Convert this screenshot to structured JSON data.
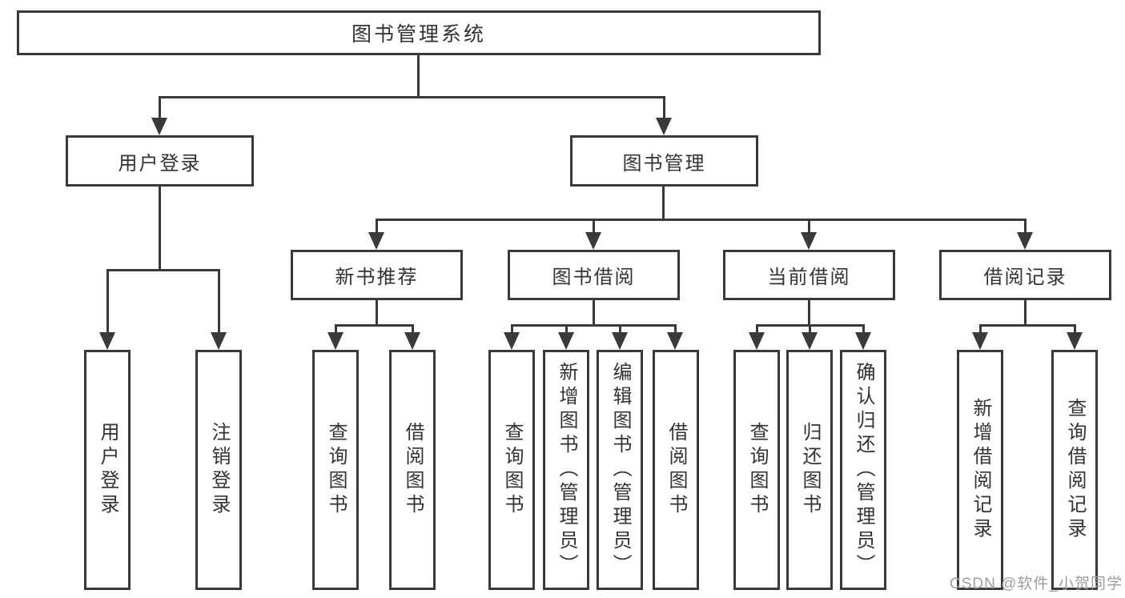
{
  "diagram": {
    "root": {
      "label": "图书管理系统"
    },
    "user_login_branch": {
      "label": "用户登录",
      "children": {
        "login": {
          "label": "用户登录"
        },
        "logout": {
          "label": "注销登录"
        }
      }
    },
    "book_mgmt_branch": {
      "label": "图书管理",
      "children": {
        "new_book_rec": {
          "label": "新书推荐",
          "children": {
            "query_book": {
              "label": "查询图书"
            },
            "borrow_book": {
              "label": "借阅图书"
            }
          }
        },
        "book_borrow": {
          "label": "图书借阅",
          "children": {
            "query_book": {
              "label": "查询图书"
            },
            "add_book": {
              "label": "新增图书（管理员）"
            },
            "edit_book": {
              "label": "编辑图书（管理员）"
            },
            "borrow_book": {
              "label": "借阅图书"
            }
          }
        },
        "current_borrow": {
          "label": "当前借阅",
          "children": {
            "query_book": {
              "label": "查询图书"
            },
            "return_book": {
              "label": "归还图书"
            },
            "confirm_return": {
              "label": "确认归还（管理员）"
            }
          }
        },
        "borrow_record": {
          "label": "借阅记录",
          "children": {
            "add_record": {
              "label": "新增借阅记录"
            },
            "query_record": {
              "label": "查询借阅记录"
            }
          }
        }
      }
    }
  },
  "watermark": {
    "text": "CSDN @软件_小贺同学"
  },
  "colors": {
    "line": "#3a3a3a",
    "text": "#333333",
    "box_background": "#ffffff",
    "watermark": "#9c9c9c",
    "page_background": "#ffffff"
  }
}
